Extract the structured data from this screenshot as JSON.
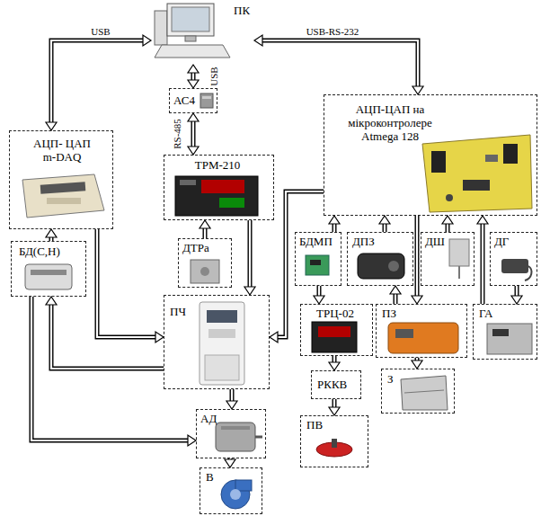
{
  "diagram": {
    "nodes": [
      {
        "text": [
          "ПК"
        ]
      },
      {
        "text": [
          "АС4"
        ]
      },
      {
        "text": [
          "АЦП- ЦАП m-DAQ"
        ]
      },
      {
        "text": [
          "ТРМ-210"
        ]
      },
      {
        "text": [
          "АЦП-ЦАП на мікроконтролере Atmega 128"
        ]
      },
      {
        "text": [
          "БД(C,H)"
        ]
      },
      {
        "text": [
          "ДТPa"
        ]
      },
      {
        "text": [
          "ПЧ"
        ]
      },
      {
        "text": [
          "БДМП"
        ]
      },
      {
        "text": [
          "ДПЗ"
        ]
      },
      {
        "text": [
          "ДШ"
        ]
      },
      {
        "text": [
          "ДГ"
        ]
      },
      {
        "text": [
          "ТРЦ-02"
        ]
      },
      {
        "text": [
          "ПЗ"
        ]
      },
      {
        "text": [
          "ГА"
        ]
      },
      {
        "text": [
          "РККВ"
        ]
      },
      {
        "text": [
          "З"
        ]
      },
      {
        "text": [
          "АД"
        ]
      },
      {
        "text": [
          "ПВ"
        ]
      },
      {
        "text": [
          "В"
        ]
      }
    ],
    "edges": [
      {
        "from": 0,
        "to": 2,
        "arrow": "both",
        "label": "USB"
      },
      {
        "from": 0,
        "to": 1,
        "arrow": "both",
        "label": "USB"
      },
      {
        "from": 1,
        "to": 3,
        "arrow": "both",
        "label": "RS-485"
      },
      {
        "from": 0,
        "to": 4,
        "arrow": "both",
        "label": "USB-RS-232"
      },
      {
        "from": 5,
        "to": 2,
        "arrow": "to"
      },
      {
        "from": 6,
        "to": 3,
        "arrow": "to"
      },
      {
        "from": 3,
        "to": 7,
        "arrow": "to"
      },
      {
        "from": 2,
        "to": 7,
        "arrow": "to"
      },
      {
        "from": 4,
        "to": 7,
        "arrow": "to"
      },
      {
        "from": 7,
        "to": 5,
        "arrow": "to"
      },
      {
        "from": 5,
        "to": 17,
        "arrow": "to"
      },
      {
        "from": 7,
        "to": 17,
        "arrow": "to"
      },
      {
        "from": 17,
        "to": 19,
        "arrow": "to"
      },
      {
        "from": 8,
        "to": 4,
        "arrow": "to"
      },
      {
        "from": 9,
        "to": 4,
        "arrow": "to"
      },
      {
        "from": 10,
        "to": 4,
        "arrow": "to"
      },
      {
        "from": 8,
        "to": 12,
        "arrow": "to"
      },
      {
        "from": 12,
        "to": 15,
        "arrow": "to"
      },
      {
        "from": 15,
        "to": 18,
        "arrow": "to"
      },
      {
        "from": 13,
        "to": 9,
        "arrow": "to"
      },
      {
        "from": 4,
        "to": 13,
        "arrow": "to"
      },
      {
        "from": 13,
        "to": 16,
        "arrow": "to"
      },
      {
        "from": 11,
        "to": 14,
        "arrow": "to"
      },
      {
        "from": 14,
        "to": 4,
        "arrow": "to"
      }
    ]
  }
}
